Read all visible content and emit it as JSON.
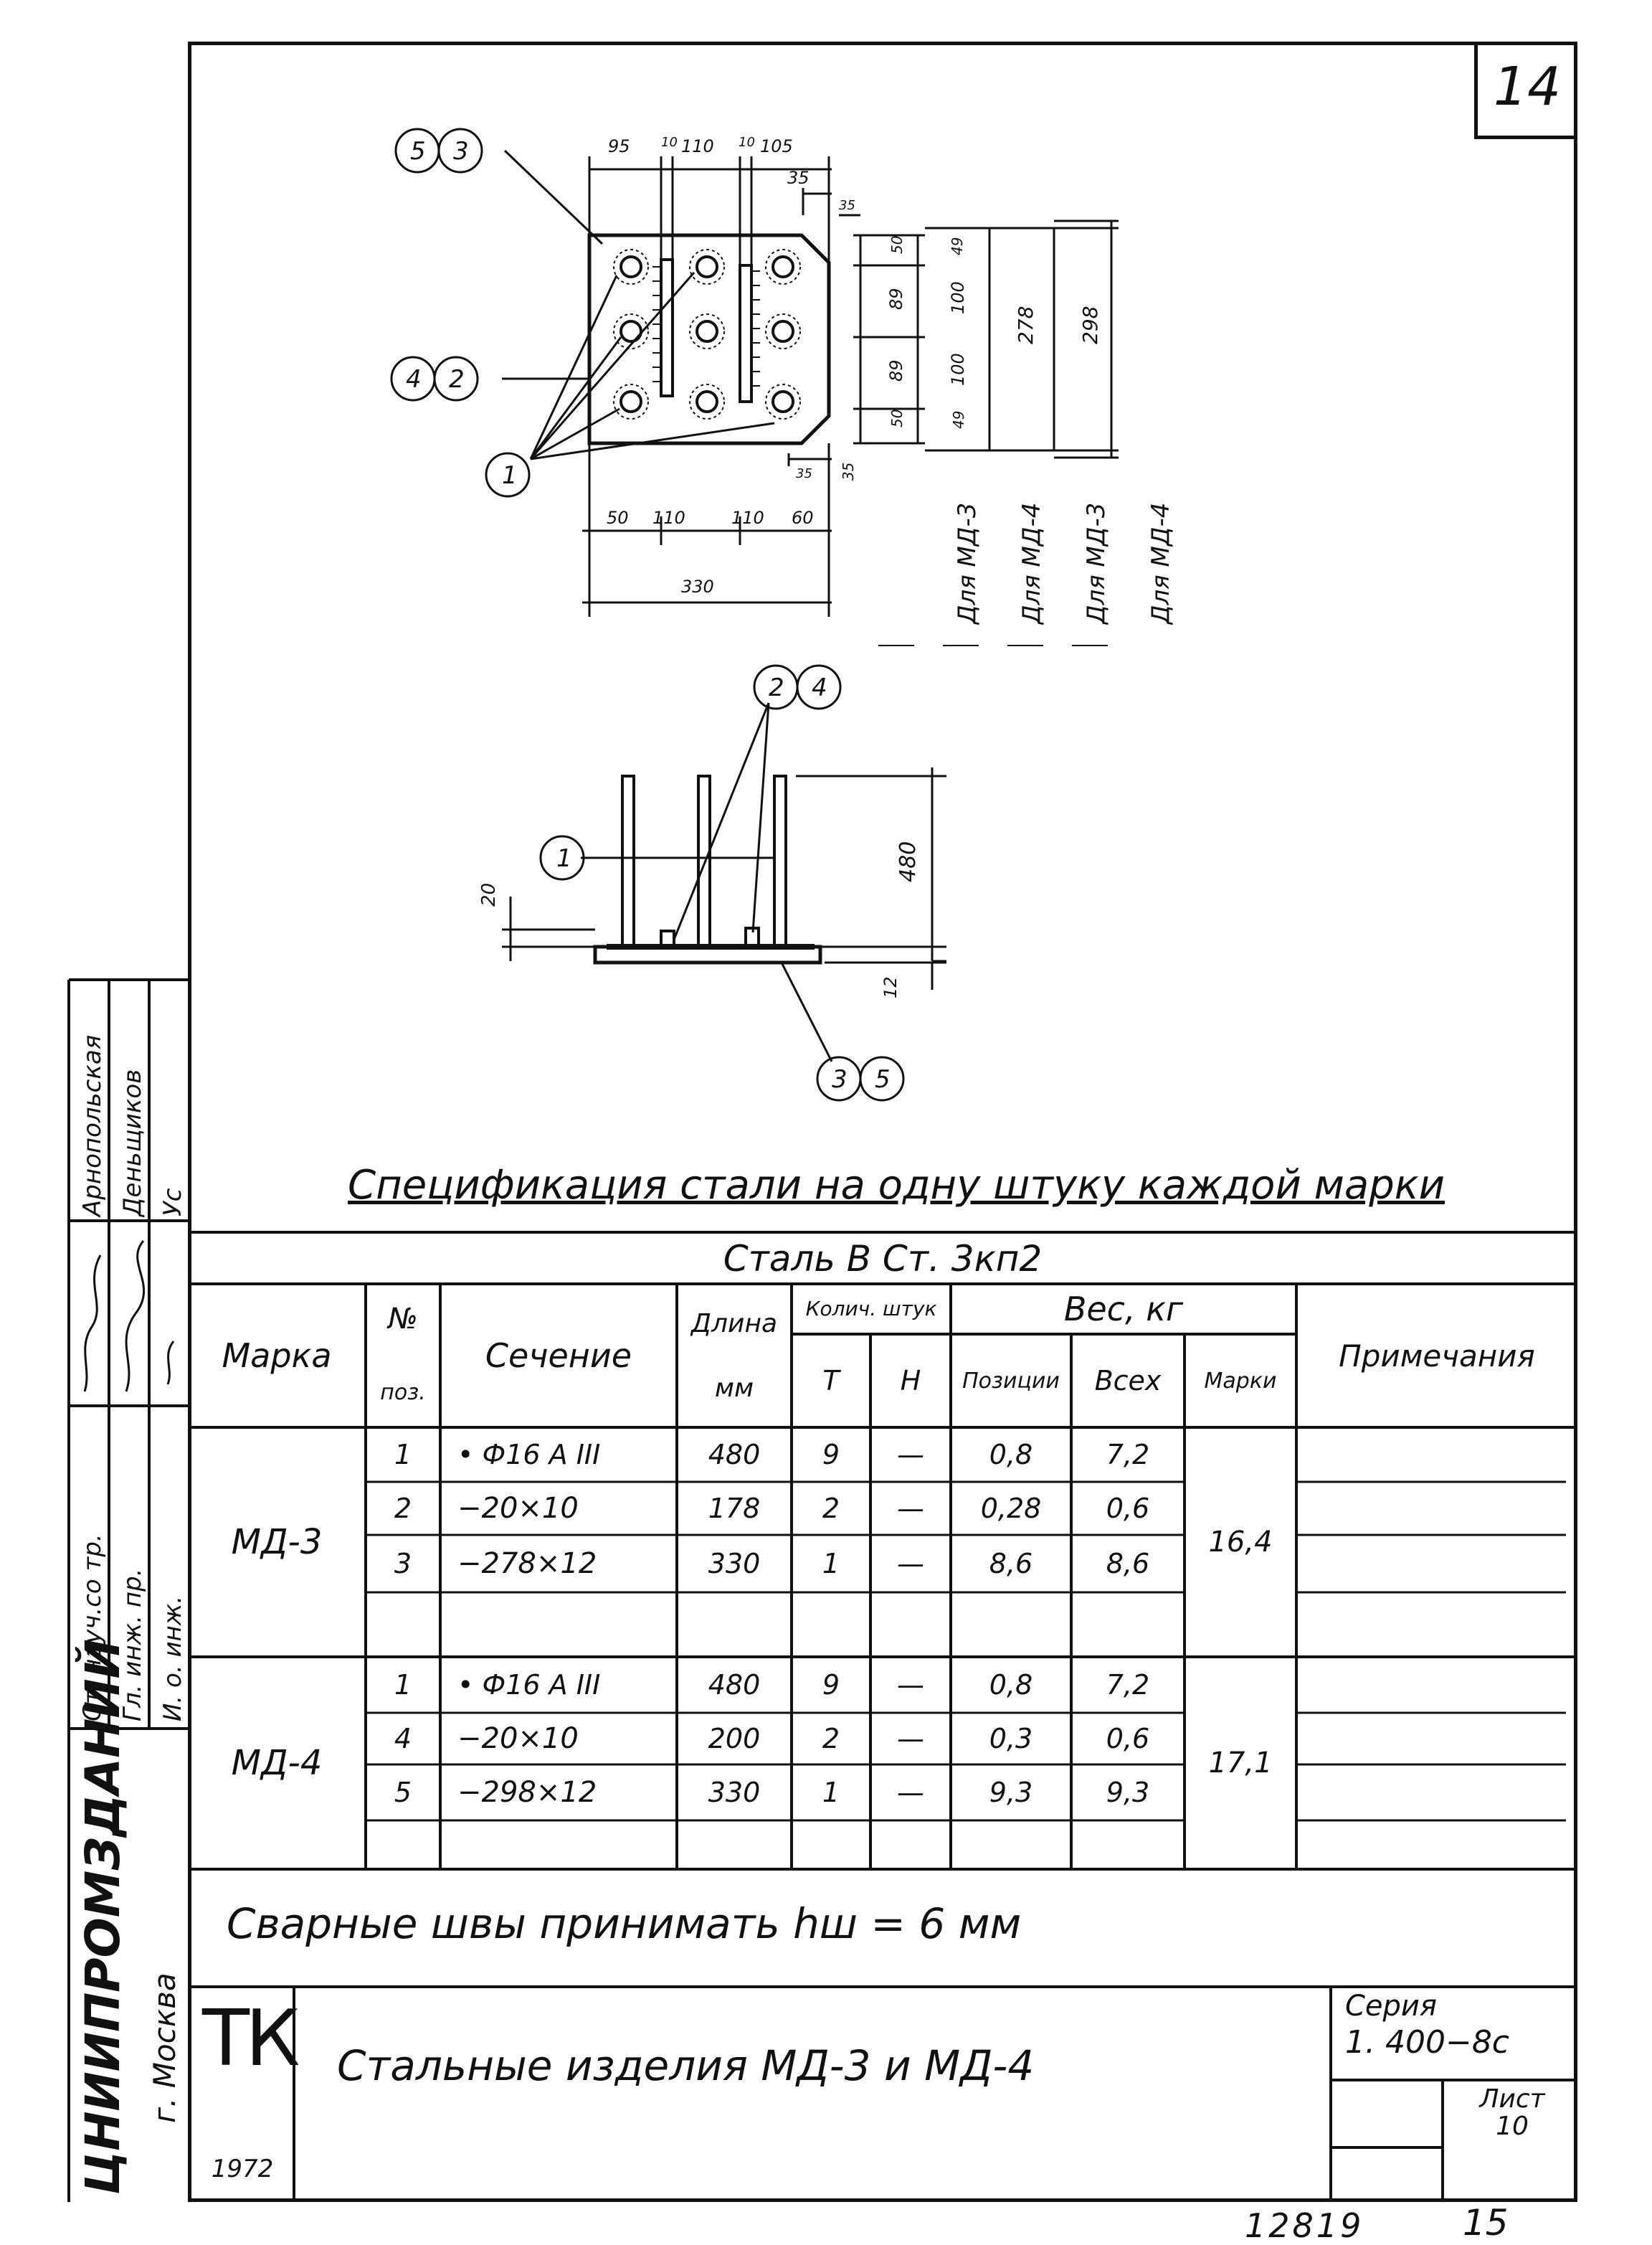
{
  "sheet_number": "14",
  "drawing": {
    "plan_dims_top": [
      "95",
      "10",
      "110",
      "10",
      "105"
    ],
    "plan_dim_corner_h": "35",
    "plan_dim_corner_v": "35",
    "plan_dims_bottom": [
      "50",
      "110",
      "110",
      "60"
    ],
    "plan_dim_total": "330",
    "plan_dims_md3": [
      "50",
      "89",
      "89",
      "50"
    ],
    "plan_dims_md4": [
      "49",
      "100",
      "100",
      "49"
    ],
    "plan_dim_md3_total": "278",
    "plan_dim_md4_total": "298",
    "plan_corner_bottom_h": "35",
    "plan_corner_bottom_v": "35",
    "label_md3": "Для МД-3",
    "label_md4": "Для МД-4",
    "callouts_plan_top": [
      "5",
      "3"
    ],
    "callouts_plan_mid": [
      "4",
      "2"
    ],
    "callout_plan_bottom": "1",
    "callouts_section_top": [
      "2",
      "4"
    ],
    "callout_section_left": "1",
    "callouts_section_bottom": [
      "3",
      "5"
    ],
    "section_dim_height": "480",
    "section_dim_20": "20",
    "section_dim_12": "12"
  },
  "left_stamp": {
    "roles": [
      "Ст. науч.со тр.",
      "Гл. инж. пр.",
      "И. о. инж."
    ],
    "names": [
      "Арнопольская",
      "Деньщиков",
      "Ус"
    ],
    "org": "ЦНИИПРОМЗДАНИЙ",
    "city": "г. Москва"
  },
  "spec": {
    "title": "Спецификация стали на одну штуку каждой марки",
    "steel": "Сталь В Ст. 3кп2",
    "headers": {
      "mark": "Марка",
      "pos_top": "№",
      "pos_bottom": "поз.",
      "section": "Сечение",
      "length_top": "Длина",
      "length_bottom": "мм",
      "qty": "Колич. штук",
      "qty_t": "Т",
      "qty_n": "Н",
      "weight": "Вес, кг",
      "w_pos": "Позиции",
      "w_all": "Всех",
      "w_mark": "Марки",
      "notes": "Примечания"
    },
    "groups": [
      {
        "mark": "МД-3",
        "mark_weight": "16,4",
        "rows": [
          {
            "pos": "1",
            "section": "• Ф16 А III",
            "length": "480",
            "t": "9",
            "n": "—",
            "w_pos": "0,8",
            "w_all": "7,2"
          },
          {
            "pos": "2",
            "section": "−20×10",
            "length": "178",
            "t": "2",
            "n": "—",
            "w_pos": "0,28",
            "w_all": "0,6"
          },
          {
            "pos": "3",
            "section": "−278×12",
            "length": "330",
            "t": "1",
            "n": "—",
            "w_pos": "8,6",
            "w_all": "8,6"
          }
        ]
      },
      {
        "mark": "МД-4",
        "mark_weight": "17,1",
        "rows": [
          {
            "pos": "1",
            "section": "• Ф16 А III",
            "length": "480",
            "t": "9",
            "n": "—",
            "w_pos": "0,8",
            "w_all": "7,2"
          },
          {
            "pos": "4",
            "section": "−20×10",
            "length": "200",
            "t": "2",
            "n": "—",
            "w_pos": "0,3",
            "w_all": "0,6"
          },
          {
            "pos": "5",
            "section": "−298×12",
            "length": "330",
            "t": "1",
            "n": "—",
            "w_pos": "9,3",
            "w_all": "9,3"
          }
        ]
      }
    ],
    "weld_note": "Сварные швы принимать hш = 6 мм"
  },
  "title_block": {
    "logo": "ТК",
    "year": "1972",
    "title": "Стальные изделия МД-3 и МД-4",
    "series_label": "Серия",
    "series_value": "1. 400−8с",
    "sheet_label": "Лист",
    "sheet_value": "10"
  },
  "footer": {
    "number": "12819",
    "page": "15"
  }
}
